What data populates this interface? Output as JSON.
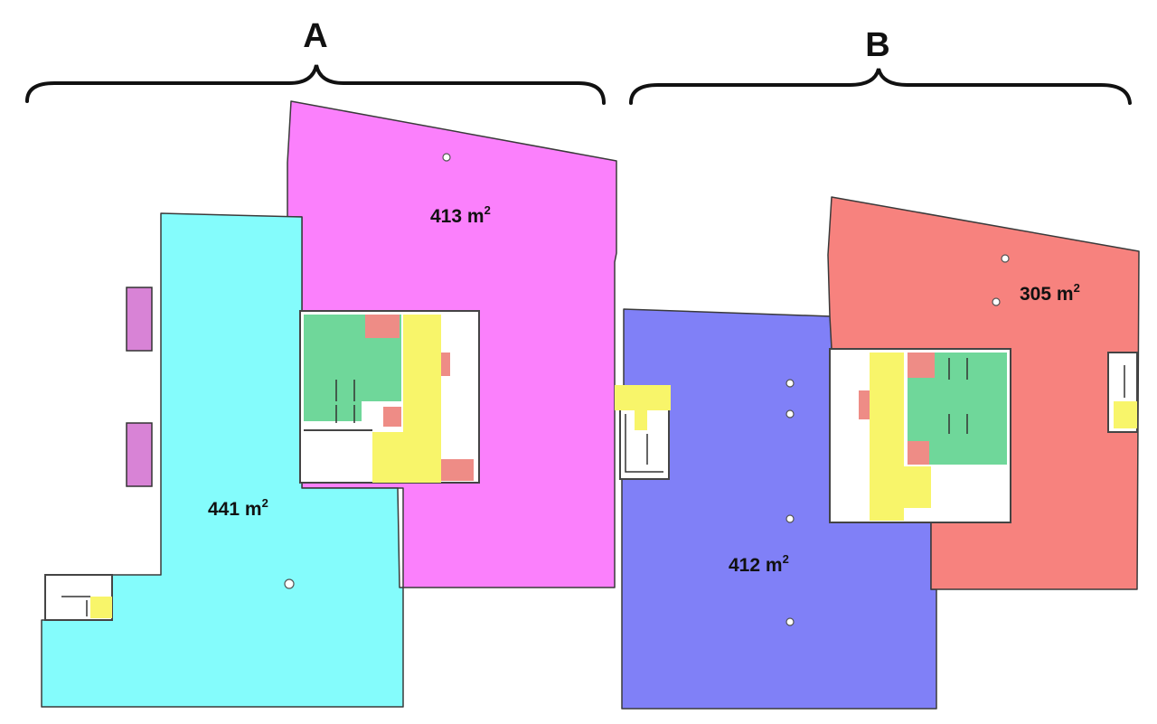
{
  "groups": [
    {
      "label": "A"
    },
    {
      "label": "B"
    }
  ],
  "zones": [
    {
      "id": "cyan",
      "value": "441",
      "unit": "m",
      "exp": "2",
      "color": "#84FCFC"
    },
    {
      "id": "magenta",
      "value": "413",
      "unit": "m",
      "exp": "2",
      "color": "#FB80FC"
    },
    {
      "id": "blue",
      "value": "412",
      "unit": "m",
      "exp": "2",
      "color": "#8080F7"
    },
    {
      "id": "red",
      "value": "305",
      "unit": "m",
      "exp": "2",
      "color": "#F7827E"
    }
  ],
  "colors": {
    "core_yellow": "#F8F56A",
    "core_green": "#6FD79A",
    "core_red": "#EE8C86",
    "stair_purple": "#D883D6",
    "core_white": "#FFFFFF"
  }
}
